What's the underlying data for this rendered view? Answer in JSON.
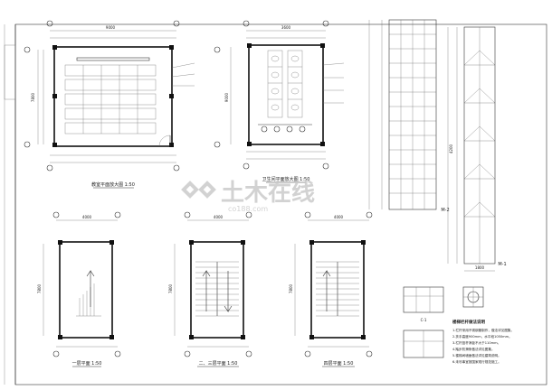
{
  "titles": {
    "classroom": "教室平面放大图 1:50",
    "toilet": "卫生间平面放大图 1:50",
    "floor1": "一层平面 1:50",
    "floor23": "二、三层平面 1:50",
    "floor4": "四层平面 1:50",
    "elev_m2": "M-2",
    "elev_m1": "M-1",
    "elev_c": "C-1"
  },
  "dims": {
    "class_top": "9000",
    "class_side": "7800",
    "toilet_top": "3600",
    "toilet_side": "9000",
    "stair_top": "4000",
    "stair_side": "7800",
    "elev_width": "1800",
    "elev_height": "4200"
  },
  "notes": {
    "heading": "楼梯栏杆做法说明",
    "lines": [
      "1.栏杆采用不锈钢管制作，做法详见图集。",
      "2.扶手高度900mm，水平段1050mm。",
      "3.栏杆竖杆净距不大于110mm。",
      "4.踏步防滑条做法详见图集。",
      "5.楼梯间墙面做法详见建筑说明。",
      "6.未尽事宜按国家现行规范施工。"
    ]
  },
  "watermark": {
    "brand": "土木在线",
    "url": "co188.com"
  },
  "colors": {
    "line": "#333333",
    "wall": "#111111",
    "watermark": "#c8c8c8"
  }
}
